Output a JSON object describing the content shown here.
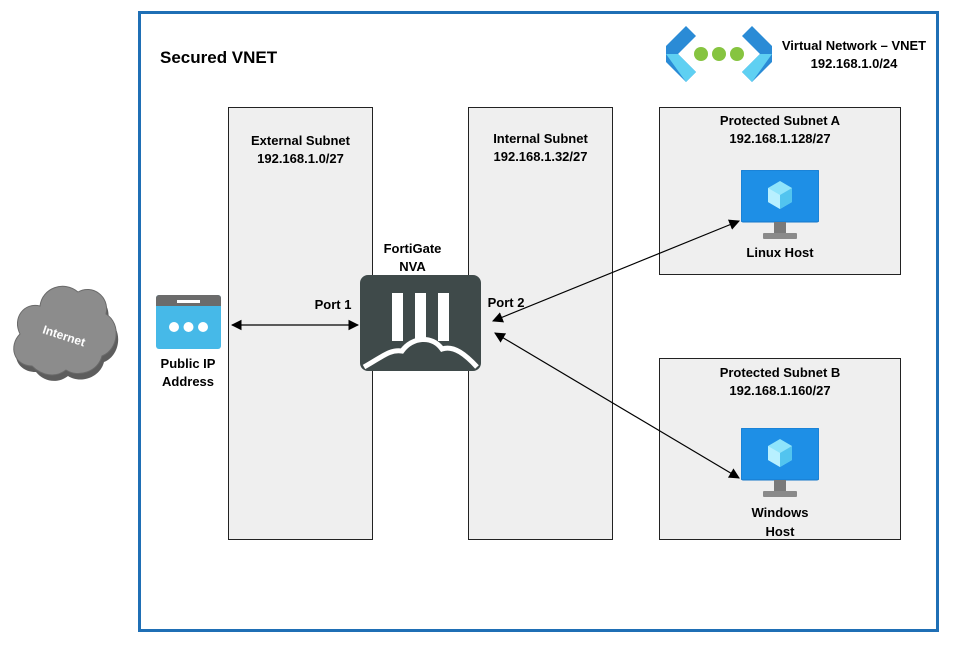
{
  "vnet": {
    "title": "Secured VNET",
    "legend_line1": "Virtual Network – VNET",
    "legend_line2": "192.168.1.0/24",
    "border_color": "#1f6fb5"
  },
  "internet": {
    "label": "Internet",
    "icon": "cloud-icon"
  },
  "public_ip": {
    "line1": "Public IP",
    "line2": "Address",
    "icon": "public-ip-icon"
  },
  "subnets": {
    "external": {
      "name": "External Subnet",
      "cidr": "192.168.1.0/27"
    },
    "internal": {
      "name": "Internal Subnet",
      "cidr": "192.168.1.32/27"
    },
    "protected_a": {
      "name": "Protected Subnet A",
      "cidr": "192.168.1.128/27"
    },
    "protected_b": {
      "name": "Protected Subnet B",
      "cidr": "192.168.1.160/27"
    }
  },
  "fortigate": {
    "line1": "FortiGate",
    "line2": "NVA",
    "port1": "Port 1",
    "port2": "Port 2",
    "icon": "fortigate-icon"
  },
  "hosts": {
    "linux": {
      "label": "Linux Host",
      "icon": "vm-icon"
    },
    "windows": {
      "line1": "Windows",
      "line2": "Host",
      "icon": "vm-icon"
    }
  }
}
